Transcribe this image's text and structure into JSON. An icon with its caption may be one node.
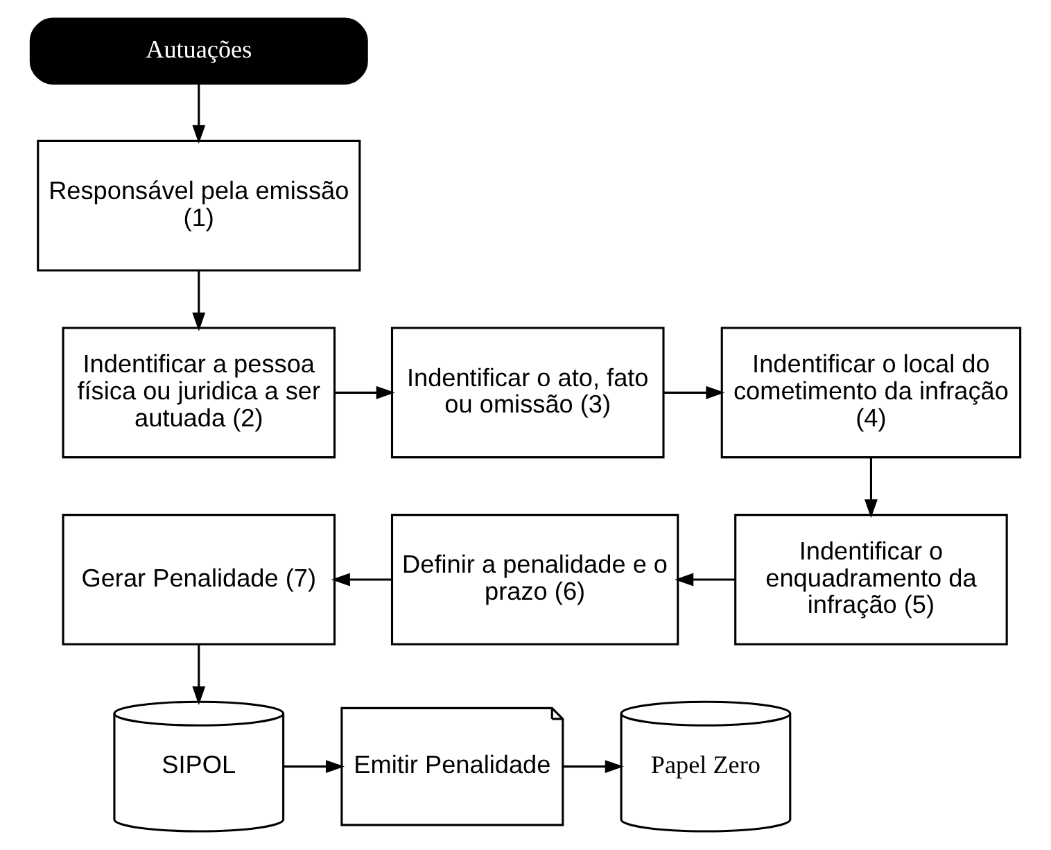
{
  "diagram": {
    "nodes": [
      {
        "text": [
          "Autuações"
        ]
      },
      {
        "text": [
          "Responsável pela emissão (1)"
        ]
      },
      {
        "text": [
          "Indentificar a pessoa física ou juridica a ser autuada (2)"
        ]
      },
      {
        "text": [
          "Indentificar o ato, fato ou omissão (3)"
        ]
      },
      {
        "text": [
          "Indentificar o local do cometimento da infração (4)"
        ]
      },
      {
        "text": [
          "Indentificar o enquadramento da infração (5)"
        ]
      },
      {
        "text": [
          "Definir a penalidade e o prazo (6)"
        ]
      },
      {
        "text": [
          "Gerar Penalidade (7)"
        ]
      },
      {
        "text": [
          "SIPOL"
        ]
      },
      {
        "text": [
          "Emitir Penalidade"
        ]
      },
      {
        "text": [
          "Papel Zero"
        ]
      }
    ],
    "edges": [
      {
        "from": 0,
        "to": 1,
        "arrow": "to"
      },
      {
        "from": 1,
        "to": 2,
        "arrow": "to"
      },
      {
        "from": 2,
        "to": 3,
        "arrow": "to"
      },
      {
        "from": 3,
        "to": 4,
        "arrow": "to"
      },
      {
        "from": 4,
        "to": 5,
        "arrow": "to"
      },
      {
        "from": 5,
        "to": 6,
        "arrow": "to"
      },
      {
        "from": 6,
        "to": 7,
        "arrow": "to"
      },
      {
        "from": 7,
        "to": 8,
        "arrow": "to"
      },
      {
        "from": 8,
        "to": 9,
        "arrow": "to"
      },
      {
        "from": 9,
        "to": 10,
        "arrow": "to"
      }
    ]
  }
}
